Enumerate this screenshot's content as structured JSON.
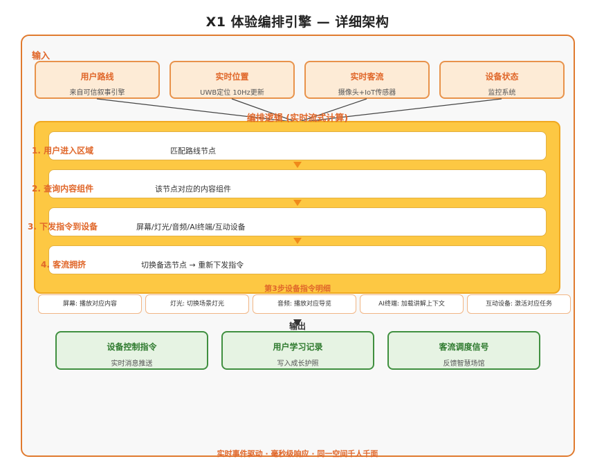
{
  "title": "X1 体验编排引擎 — 详细架构",
  "input_label": "输入",
  "inputs": [
    {
      "title": "用户路线",
      "sub": "来自可信叙事引擎"
    },
    {
      "title": "实时位置",
      "sub": "UWB定位 10Hz更新"
    },
    {
      "title": "实时客流",
      "sub": "摄像头+IoT传感器"
    },
    {
      "title": "设备状态",
      "sub": "监控系统"
    }
  ],
  "orchestration_title": "编排逻辑 (实时流式计算)",
  "steps": [
    {
      "label": "1. 用户进入区域",
      "desc": "匹配路线节点"
    },
    {
      "label": "2. 查询内容组件",
      "desc": "该节点对应的内容组件"
    },
    {
      "label": "3. 下发指令到设备",
      "desc": "屏幕/灯光/音频/AI终端/互动设备"
    },
    {
      "label": "4. 客流拥挤",
      "desc": "切换备选节点 → 重新下发指令"
    }
  ],
  "detail_caption": "第3步设备指令明细",
  "device_details": [
    "屏幕: 播放对应内容",
    "灯光: 切换场景灯光",
    "音频: 播放对应导览",
    "AI终端: 加载讲解上下文",
    "互动设备: 激活对应任务"
  ],
  "output_label": "输出",
  "outputs": [
    {
      "title": "设备控制指令",
      "sub": "实时消息推送"
    },
    {
      "title": "用户学习记录",
      "sub": "写入成长护照"
    },
    {
      "title": "客流调度信号",
      "sub": "反馈智慧场馆"
    }
  ],
  "footer": "实时事件驱动 · 毫秒级响应 · 同一空间千人千面",
  "colors": {
    "accent": "#e0672a",
    "input_fill": "#fdebd6",
    "orchestration_fill": "#fdc843",
    "output_fill": "#e6f3e3",
    "output_text": "#2e7a2e"
  }
}
